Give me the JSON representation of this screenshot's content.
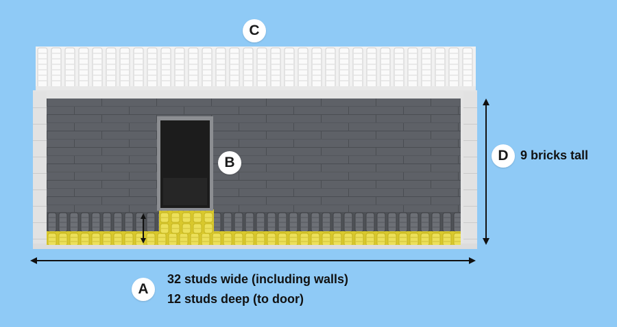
{
  "labels": {
    "a": "A",
    "b": "B",
    "c": "C",
    "d": "D"
  },
  "captions": {
    "height": "9 bricks tall",
    "width": "32 studs wide (including walls)",
    "depth": "12 studs deep (to door)"
  },
  "colors": {
    "background": "#8fcaf6",
    "wall_frame": "#e4e4e4",
    "interior_wall": "#5d6066",
    "floor_studs": "#e6d53a",
    "door": "#1c1c1c",
    "arrow": "#111111"
  }
}
